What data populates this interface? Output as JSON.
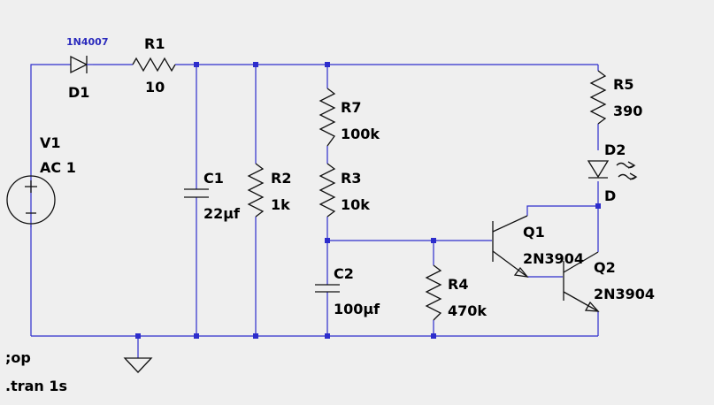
{
  "components": {
    "D1": {
      "ref": "D1",
      "model": "1N4007"
    },
    "R1": {
      "ref": "R1",
      "value": "10"
    },
    "V1": {
      "ref": "V1",
      "value": "AC 1"
    },
    "C1": {
      "ref": "C1",
      "value": "22μf"
    },
    "R2": {
      "ref": "R2",
      "value": "1k"
    },
    "R7": {
      "ref": "R7",
      "value": "100k"
    },
    "R3": {
      "ref": "R3",
      "value": "10k"
    },
    "C2": {
      "ref": "C2",
      "value": "100μf"
    },
    "R4": {
      "ref": "R4",
      "value": "470k"
    },
    "R5": {
      "ref": "R5",
      "value": "390"
    },
    "D2": {
      "ref": "D2",
      "value": "D"
    },
    "Q1": {
      "ref": "Q1",
      "model": "2N3904"
    },
    "Q2": {
      "ref": "Q2",
      "model": "2N3904"
    }
  },
  "directives": {
    "op": ";op",
    "tran": ".tran 1s"
  },
  "colors": {
    "wire": "#2d2dcc",
    "component": "#111111",
    "background": "#efefef"
  }
}
